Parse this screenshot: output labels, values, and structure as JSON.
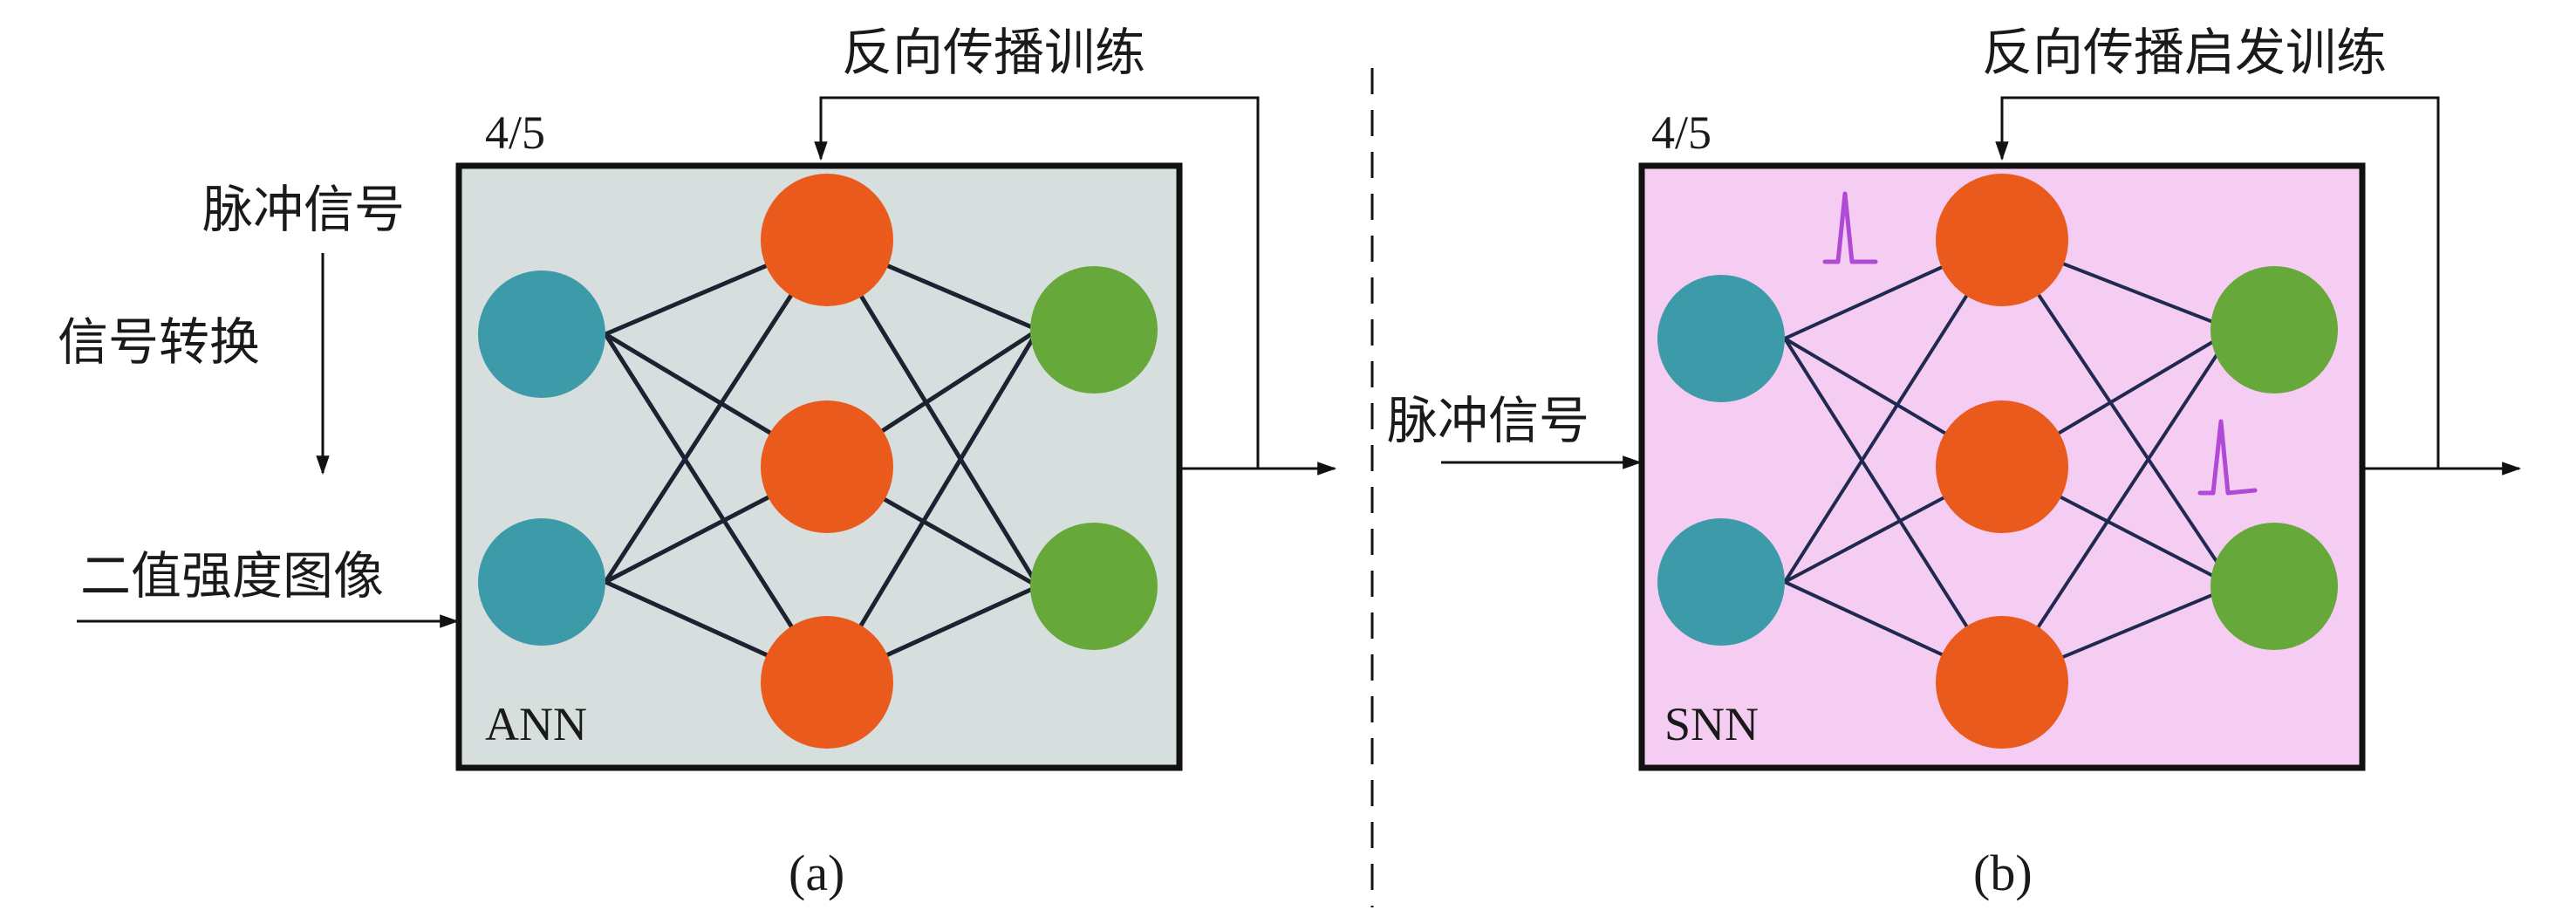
{
  "panel_a": {
    "top_label": "反向传播训练",
    "corner_label": "4/5",
    "network_label": "ANN",
    "caption": "(a)",
    "left_labels": {
      "pulse": "脉冲信号",
      "convert": "信号转换",
      "binary": "二值强度图像"
    },
    "colors": {
      "background": "#d6dfde",
      "input": "#3d9aa8",
      "hidden": "#ea5a1c",
      "output": "#67a83a"
    }
  },
  "panel_b": {
    "top_label": "反向传播启发训练",
    "corner_label": "4/5",
    "network_label": "SNN",
    "caption": "(b)",
    "left_labels": {
      "pulse": "脉冲信号"
    },
    "colors": {
      "background": "#f5cdf2",
      "input": "#3d9aa8",
      "hidden": "#ea5a1c",
      "output": "#67a83a",
      "spike": "#b04ad6"
    }
  }
}
